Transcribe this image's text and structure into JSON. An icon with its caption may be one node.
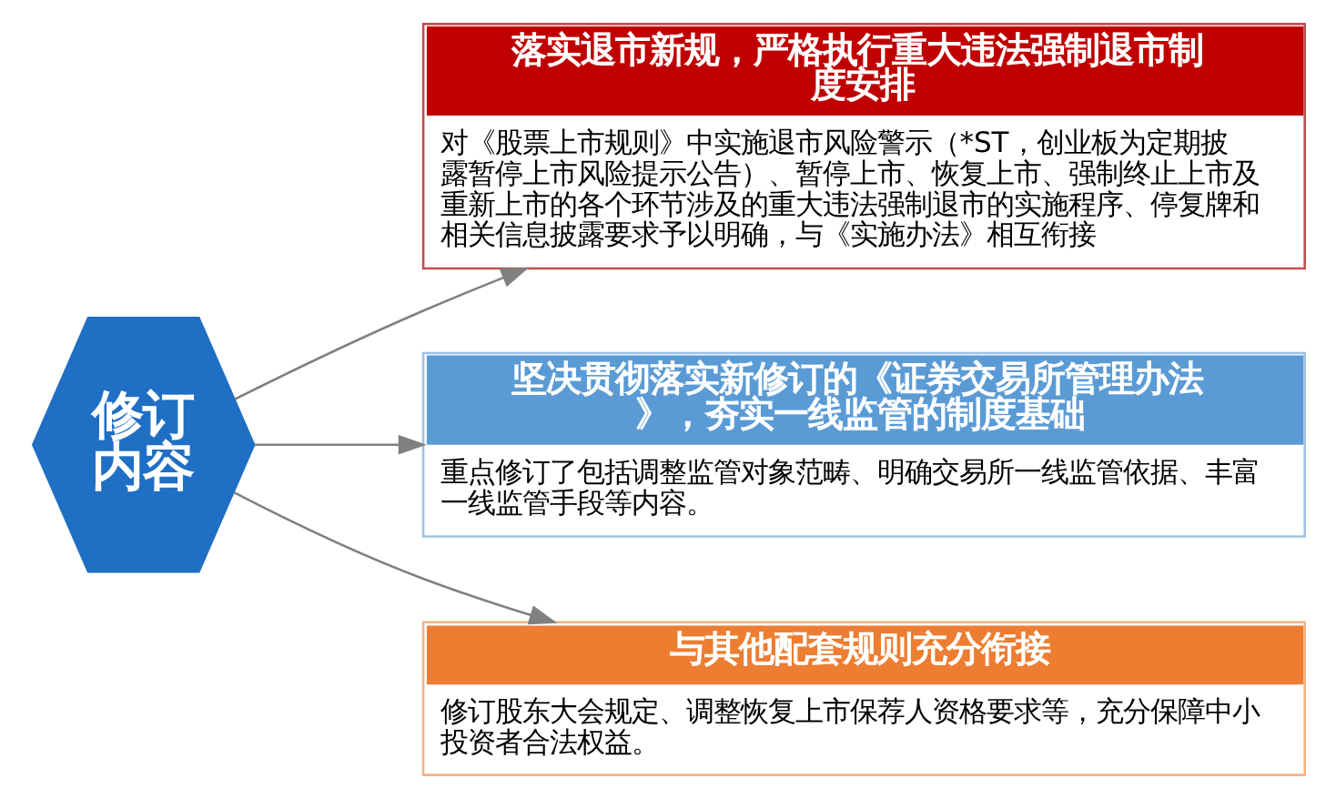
{
  "diagram": {
    "nodes": [
      {
        "text": [
          "修订内容"
        ]
      },
      {
        "text": [
          "落实退市新规，严格执行重大违法强制退市制度安排",
          "对《股票上市规则》中实施退市风险警示（*ST，创业板为定期披露暂停上市风险提示公告）、暂停上市、恢复上市、强制终止上市及重新上市的各个环节涉及的重大违法强制退市的实施程序、停复牌和相关信息披露要求予以明确，与《实施办法》相互衔接"
        ]
      },
      {
        "text": [
          "坚决贯彻落实新修订的《证券交易所管理办法》，夯实一线监管的制度基础",
          "重点修订了包括调整监管对象范畴、明确交易所一线监管依据、丰富一线监管手段等内容。"
        ]
      },
      {
        "text": [
          "与其他配套规则充分衔接",
          "修订股东大会规定、调整恢复上市保荐人资格要求等，充分保障中小投资者合法权益。"
        ]
      }
    ],
    "edges": [
      {
        "from": 0,
        "to": 1,
        "arrow": "to"
      },
      {
        "from": 0,
        "to": 2,
        "arrow": "to"
      },
      {
        "from": 0,
        "to": 3,
        "arrow": "to"
      }
    ]
  }
}
